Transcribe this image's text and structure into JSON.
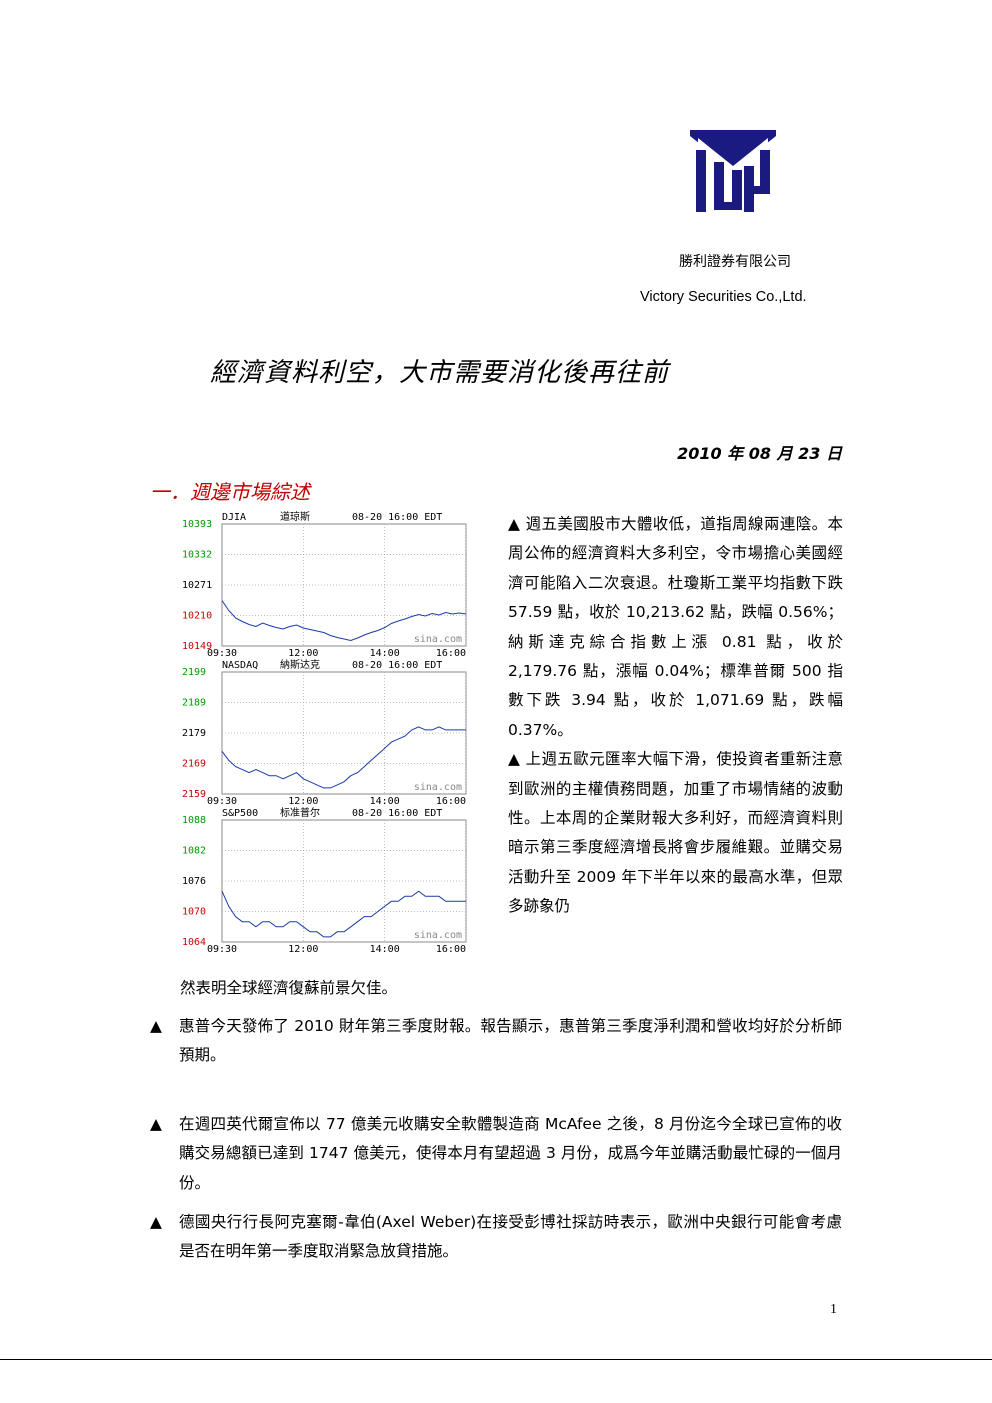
{
  "header": {
    "company_cn": "勝利證券有限公司",
    "company_en": "Victory Securities Co.,Ltd."
  },
  "report": {
    "title": "經濟資料利空，大市需要消化後再往前",
    "date": "2010 年 08 月 23 日",
    "section_title": "一．週邊市場綜述"
  },
  "paragraphs": {
    "p1": "▲ 週五美國股市大體收低，道指周線兩連陰。本周公佈的經濟資料大多利空，令市場擔心美國經濟可能陷入二次衰退。杜瓊斯工業平均指數下跌 57.59 點，收於 10,213.62 點，跌幅 0.56%；納斯達克綜合指數上漲 0.81 點，收於 2,179.76 點，漲幅 0.04%；標準普爾 500 指數下跌 3.94 點，收於 1,071.69 點，跌幅 0.37%。",
    "p2": "▲ 上週五歐元匯率大幅下滑，使投資者重新注意到歐洲的主權債務問題，加重了市場情緒的波動性。上本周的企業財報大多利好，而經濟資料則暗示第三季度經濟增長將會步履維艱。並購交易活動升至 2009 年下半年以來的最高水準，但眾多跡象仍",
    "p2_cont": "然表明全球經濟復蘇前景欠佳。"
  },
  "bullets": [
    {
      "mark": "▲",
      "text": "惠普今天發佈了 2010 財年第三季度財報。報告顯示，惠普第三季度淨利潤和營收均好於分析師預期。"
    },
    {
      "mark": "▲",
      "text": "在週四英代爾宣佈以 77 億美元收購安全軟體製造商 McAfee 之後，8 月份迄今全球已宣佈的收購交易總額已達到 1747 億美元，使得本月有望超過 3 月份，成爲今年並購活動最忙碌的一個月份。"
    },
    {
      "mark": "▲",
      "text": "德國央行行長阿克塞爾-韋伯(Axel Weber)在接受彭博社採訪時表示，歐洲中央銀行可能會考慮是否在明年第一季度取消緊急放貸措施。"
    }
  ],
  "page_number": "1",
  "chart_data": [
    {
      "type": "line",
      "code": "DJIA",
      "name": "道琼斯",
      "stamp": "08-20 16:00 EDT",
      "watermark": "sina.com",
      "yticks": [
        "10393",
        "10332",
        "10271",
        "10210",
        "10149"
      ],
      "ylim": [
        10149,
        10393
      ],
      "xticks": [
        "09:30",
        "12:00",
        "14:00",
        "16:00"
      ],
      "values": [
        10240,
        10220,
        10205,
        10198,
        10192,
        10188,
        10195,
        10190,
        10186,
        10183,
        10188,
        10191,
        10185,
        10182,
        10179,
        10176,
        10170,
        10166,
        10163,
        10160,
        10165,
        10171,
        10176,
        10180,
        10186,
        10194,
        10199,
        10203,
        10208,
        10212,
        10209,
        10214,
        10211,
        10216,
        10213,
        10215,
        10213
      ]
    },
    {
      "type": "line",
      "code": "NASDAQ",
      "name": "納斯达克",
      "stamp": "08-20 16:00 EDT",
      "watermark": "sina.com",
      "yticks": [
        "2199",
        "2189",
        "2179",
        "2169",
        "2159"
      ],
      "ylim": [
        2159,
        2199
      ],
      "xticks": [
        "09:30",
        "12:00",
        "14:00",
        "16:00"
      ],
      "values": [
        2173,
        2170,
        2168,
        2167,
        2166,
        2167,
        2166,
        2165,
        2165,
        2164,
        2165,
        2166,
        2164,
        2163,
        2162,
        2161,
        2161,
        2162,
        2163,
        2165,
        2166,
        2168,
        2170,
        2172,
        2174,
        2176,
        2177,
        2178,
        2180,
        2181,
        2180,
        2180,
        2181,
        2180,
        2180,
        2180,
        2180
      ]
    },
    {
      "type": "line",
      "code": "S&P500",
      "name": "标准普尔",
      "stamp": "08-20 16:00 EDT",
      "watermark": "sina.com",
      "yticks": [
        "1088",
        "1082",
        "1076",
        "1070",
        "1064"
      ],
      "ylim": [
        1064,
        1088
      ],
      "xticks": [
        "09:30",
        "12:00",
        "14:00",
        "16:00"
      ],
      "values": [
        1074,
        1071,
        1069,
        1068,
        1068,
        1067,
        1068,
        1068,
        1067,
        1067,
        1068,
        1068,
        1067,
        1066,
        1066,
        1065,
        1065,
        1066,
        1066,
        1067,
        1068,
        1069,
        1069,
        1070,
        1071,
        1072,
        1072,
        1073,
        1073,
        1074,
        1073,
        1073,
        1073,
        1072,
        1072,
        1072,
        1072
      ]
    }
  ]
}
